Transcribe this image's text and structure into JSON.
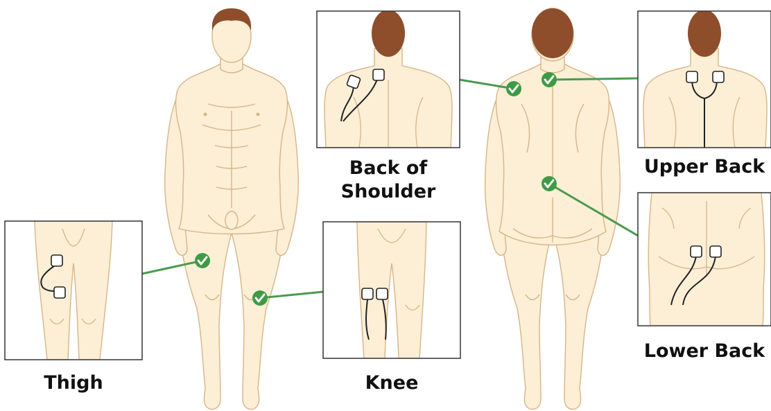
{
  "labels": {
    "thigh": "Thigh",
    "knee": "Knee",
    "back_of_shoulder": "Back of\nShoulder",
    "upper_back": "Upper Back",
    "lower_back": "Lower Back"
  },
  "colors": {
    "skin": "#FCEFD6",
    "skin_outline": "#D6B487",
    "hair": "#8E4E2C",
    "check_green": "#3E9B45",
    "connector_line": "#4A9A4E",
    "pad_outline": "#222222",
    "frame": "#333333"
  },
  "icons": [
    "check-icon",
    "electrode-pad-icon"
  ]
}
